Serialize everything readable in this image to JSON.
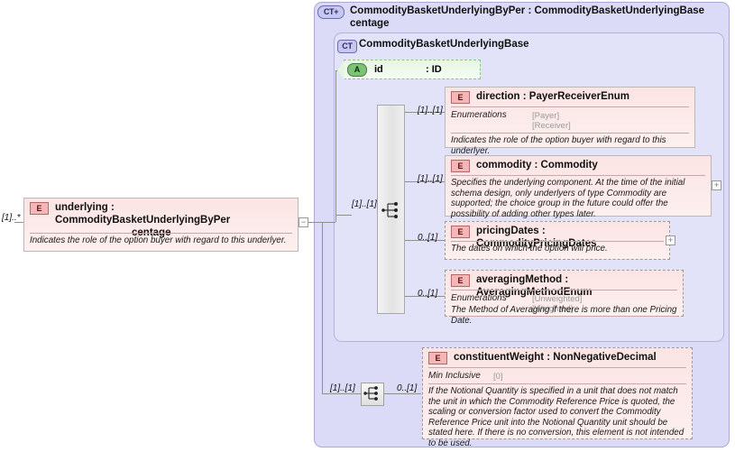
{
  "diagram": {
    "type": "xsd-schema-diagram",
    "outer_type": {
      "badge": "CT+",
      "badge_icon": "complex-type-expanded-icon",
      "title": "CommodityBasketUnderlyingByPer centage",
      "title_line1": "CommodityBasketUnderlyingByPer : CommodityBasketUnderlyingBase",
      "title_line2": "centage"
    },
    "inner_type": {
      "badge": "CT",
      "badge_icon": "complex-type-icon",
      "title": "CommodityBasketUnderlyingBase"
    },
    "attribute": {
      "badge": "A",
      "badge_icon": "attribute-icon",
      "name": "id",
      "type": ": ID"
    },
    "left_element": {
      "badge": "E",
      "title_line1": "underlying : CommodityBasketUnderlyingByPer",
      "title_line2": "centage",
      "description": "Indicates the role of the option buyer with regard to this underlyer.",
      "multiplicity": "[1]..*",
      "toggle": "−",
      "toggle_icon": "collapse-icon"
    },
    "elements": [
      {
        "badge": "E",
        "title": "direction : PayerReceiverEnum",
        "facet_label": "Enumerations",
        "facet_values": [
          "[Payer]",
          "[Receiver]"
        ],
        "description": "Indicates the role of the option buyer with regard to this underlyer.",
        "multiplicity": "[1]..[1]",
        "border": "solid",
        "toggle": null
      },
      {
        "badge": "E",
        "title": "commodity : Commodity",
        "facet_label": null,
        "facet_values": [],
        "description": "Specifies the underlying component. At the time of the initial schema design, only underlyers of type Commodity are supported; the choice group in the future could offer the possibility of adding other types later.",
        "multiplicity": "[1]..[1]",
        "border": "solid",
        "toggle": "+",
        "toggle_icon": "expand-icon"
      },
      {
        "badge": "E",
        "title": "pricingDates : CommodityPricingDates",
        "facet_label": null,
        "facet_values": [],
        "description": "The dates on which the option will price.",
        "multiplicity": "0..[1]",
        "border": "dashed",
        "toggle": "+",
        "toggle_icon": "expand-icon"
      },
      {
        "badge": "E",
        "title": "averagingMethod : AveragingMethodEnum",
        "facet_label": "Enumerations",
        "facet_values": [
          "[Unweighted]",
          "[Weighted]"
        ],
        "description": "The Method of Averaging if there is more than one Pricing Date.",
        "multiplicity": "0..[1]",
        "border": "dashed",
        "toggle": null
      }
    ],
    "bottom_element": {
      "badge": "E",
      "title": "constituentWeight : NonNegativeDecimal",
      "facet_label": "Min Inclusive",
      "facet_values": [
        "[0]"
      ],
      "description": "If the Notional Quantity is specified in a unit that does not match the unit in which the Commodity Reference Price is quoted, the scaling or conversion factor used to convert the Commodity Reference Price unit into the Notional Quantity unit should be stated here. If there is no conversion, this element is not intended to be used.",
      "multiplicity_left": "[1]..[1]",
      "multiplicity_right": "0..[1]",
      "border": "dashed"
    },
    "compositors": [
      {
        "name": "sequence-bar",
        "multiplicity": "[1]..[1]"
      },
      {
        "name": "sequence-icon-bottom",
        "multiplicity": "[1]..[1]"
      }
    ],
    "colors": {
      "outer_panel": "#dbdbf7",
      "inner_panel": "#e2e2f9",
      "element_box": "#fbe4e4",
      "attribute_box": "#e7f6e3",
      "line": "#8f8f8f"
    }
  }
}
